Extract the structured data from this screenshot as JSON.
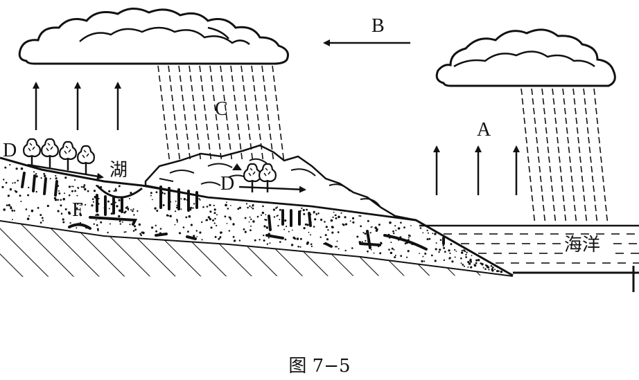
{
  "caption": "图 7−5",
  "labels": {
    "A": "A",
    "B": "B",
    "C": "C",
    "D_left": "D",
    "D_mid": "D",
    "F": "F",
    "lake": "湖",
    "ocean": "海洋"
  },
  "colors": {
    "ink": "#111111",
    "background": "#ffffff"
  }
}
